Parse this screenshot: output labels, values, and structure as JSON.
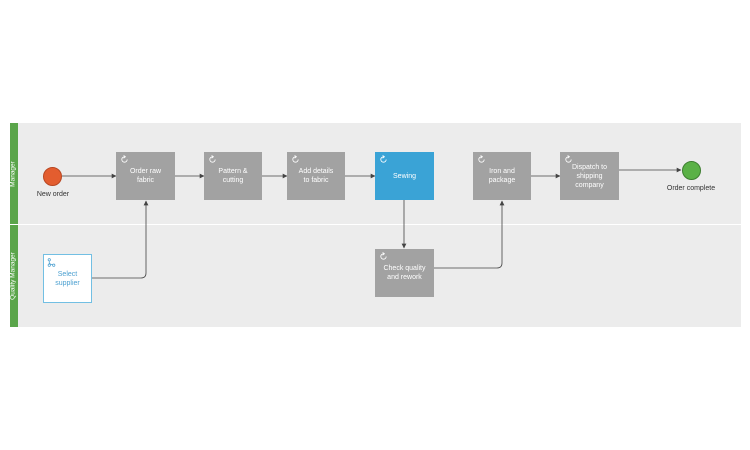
{
  "lanes": {
    "manager": "Manager",
    "quality": "Quality Manager"
  },
  "events": {
    "start": "New order",
    "end": "Order complete"
  },
  "tasks": {
    "order_raw_fabric": "Order raw fabric",
    "pattern_cutting": "Pattern & cutting",
    "add_details": "Add details to fabric",
    "sewing": "Sewing",
    "iron_package": "Iron and package",
    "dispatch": "Dispatch to shipping company",
    "select_supplier": "Select supplier",
    "check_quality": "Check quality and rework"
  },
  "colors": {
    "task": "#a2a2a2",
    "active_task": "#3aa3d6",
    "lane_header": "#5aa54a",
    "lane_bg": "#ececec",
    "start_event": "#e35d2f",
    "end_event": "#5ab146",
    "subprocess_border": "#72bfe3",
    "connector": "#444444"
  },
  "icons": {
    "task": "loop-icon",
    "subprocess": "subprocess-icon"
  }
}
